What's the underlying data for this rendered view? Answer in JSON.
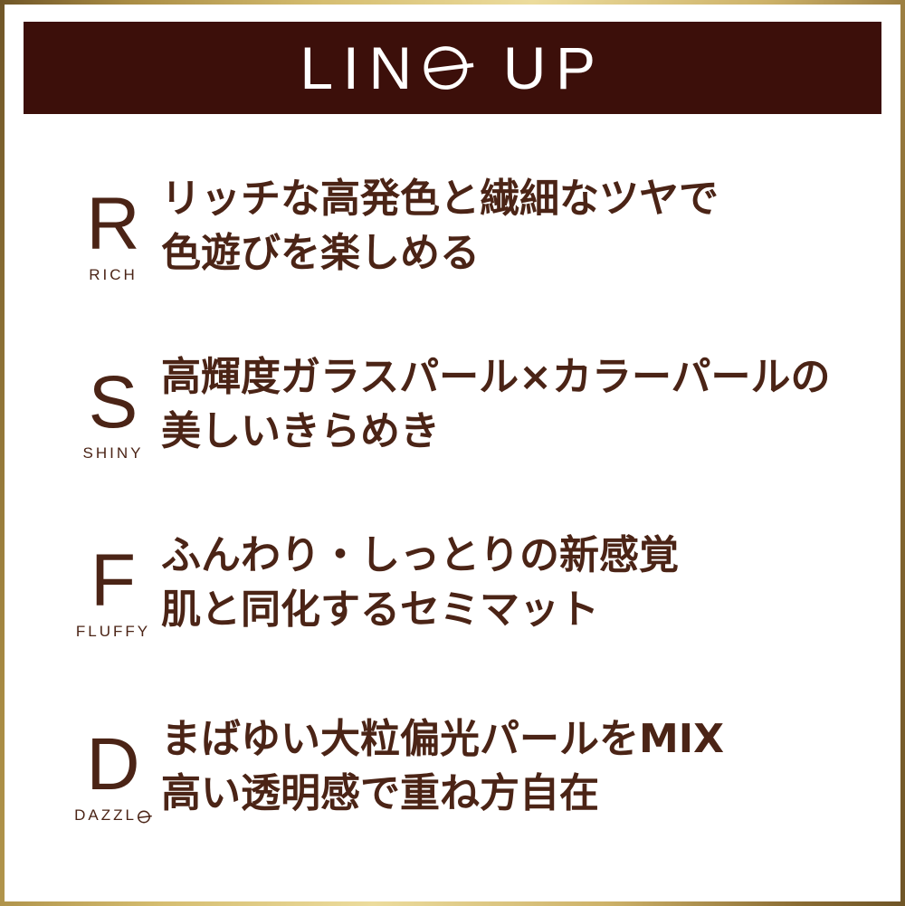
{
  "header": {
    "title": "LINE UP",
    "title_part1": "LIN",
    "title_part2": "UP"
  },
  "sections": [
    {
      "letter": "R",
      "label": "RICH",
      "line1": "リッチな高発色と繊細なツヤで",
      "line2": "色遊びを楽しめる"
    },
    {
      "letter": "S",
      "label": "SHINY",
      "line1": "高輝度ガラスパール×カラーパールの",
      "line2": "美しいきらめき"
    },
    {
      "letter": "F",
      "label": "FLUFFY",
      "line1": "ふんわり・しっとりの新感覚",
      "line2": "肌と同化するセミマット"
    },
    {
      "letter": "D",
      "label": "DAZZLE",
      "label_display": "DAZZL",
      "line1": "まばゆい大粒偏光パールをMIX",
      "line2": "高い透明感で重ね方自在"
    }
  ],
  "colors": {
    "banner_bg": "#3c0f0a",
    "text_brown": "#4b2416",
    "title_white": "#ffffff",
    "frame_gold_dark": "#6f5527",
    "frame_gold_light": "#ecdc9d"
  }
}
